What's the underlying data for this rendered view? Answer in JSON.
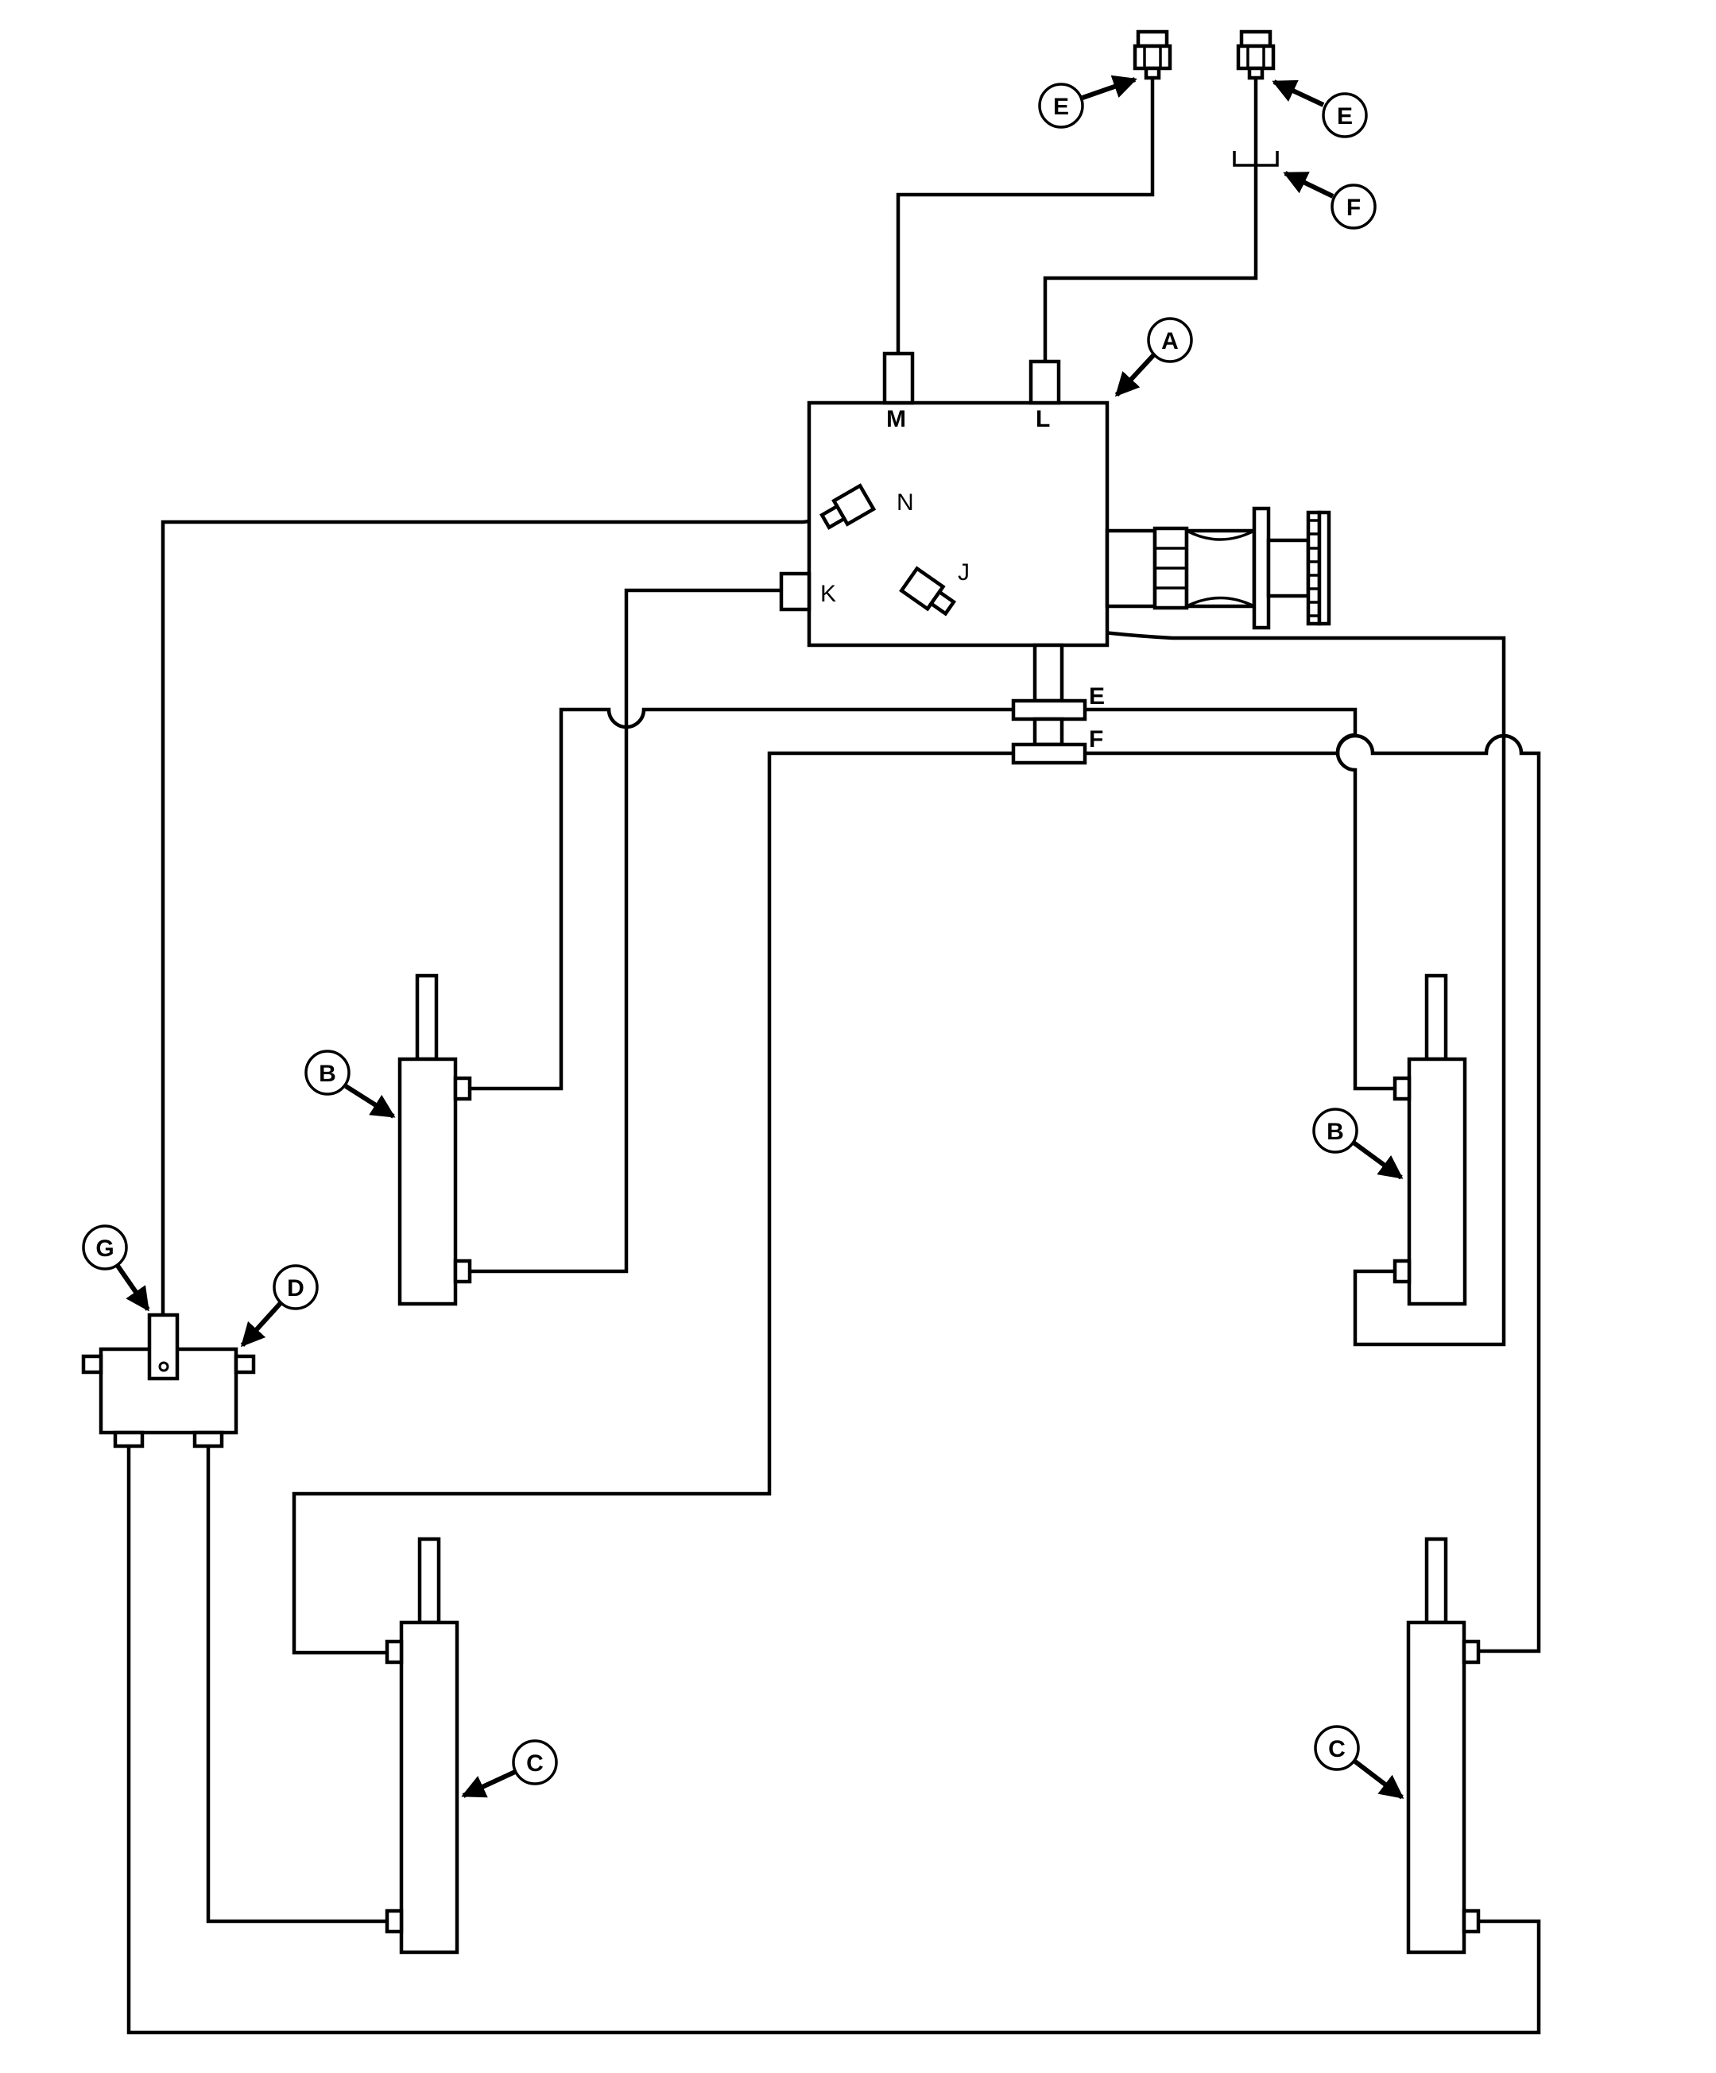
{
  "callouts": {
    "A": "A",
    "B": "B",
    "C": "C",
    "D": "D",
    "E": "E",
    "F": "F",
    "G": "G"
  },
  "ports": {
    "M": "M",
    "L": "L",
    "N": "N",
    "K": "K",
    "J": "J",
    "E": "E",
    "F": "F"
  }
}
